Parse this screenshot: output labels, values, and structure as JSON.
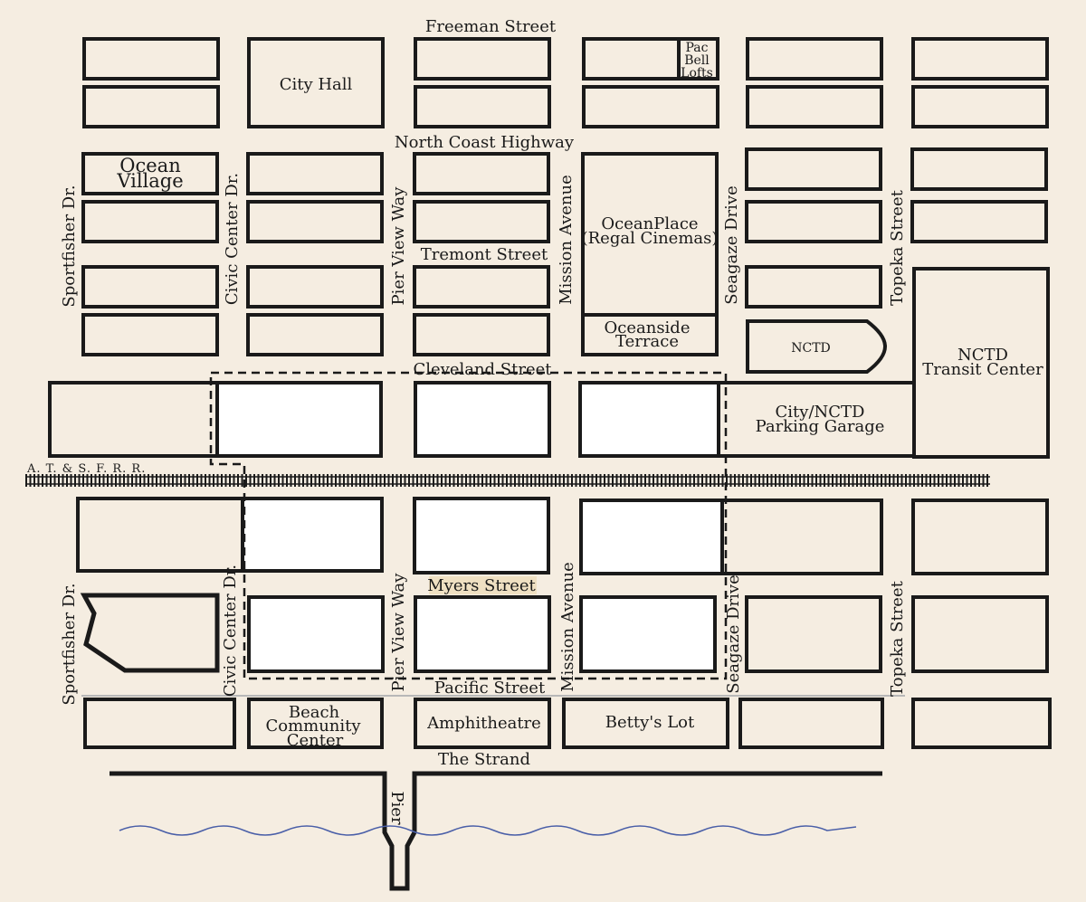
{
  "colors": {
    "background": "#f5ede1",
    "block_outline": "#1a1a1a",
    "highlight_fill": "#ffffff",
    "water_line": "#4a5fa8",
    "myers_label_bg": "#efe0c2",
    "pacific_line": "#b8b8b8"
  },
  "streets": {
    "freeman": "Freeman Street",
    "north_coast": "North Coast Highway",
    "tremont": "Tremont Street",
    "cleveland": "Cleveland Street",
    "myers": "Myers Street",
    "pacific": "Pacific Street",
    "strand": "The Strand",
    "sportfisher": "Sportfisher Dr.",
    "civic_center": "Civic Center Dr.",
    "pier_view": "Pier View Way",
    "mission": "Mission Avenue",
    "seagaze": "Seagaze Drive",
    "topeka": "Topeka Street",
    "pier": "Pier",
    "railroad": "A. T. & S. F. R. R."
  },
  "buildings": {
    "city_hall": "City Hall",
    "pac_bell": [
      "Pac",
      "Bell",
      "Lofts"
    ],
    "ocean_village": [
      "Ocean",
      "Village"
    ],
    "ocean_place": [
      "OceanPlace",
      "(Regal Cinemas)"
    ],
    "oceanside_terrace": [
      "Oceanside",
      "Terrace"
    ],
    "nctd": "NCTD",
    "nctd_transit": [
      "NCTD",
      "Transit Center"
    ],
    "parking_garage": [
      "City/NCTD",
      "Parking Garage"
    ],
    "beach_community": [
      "Beach",
      "Community",
      "Center"
    ],
    "amphitheatre": "Amphitheatre",
    "bettys_lot": "Betty's Lot"
  }
}
